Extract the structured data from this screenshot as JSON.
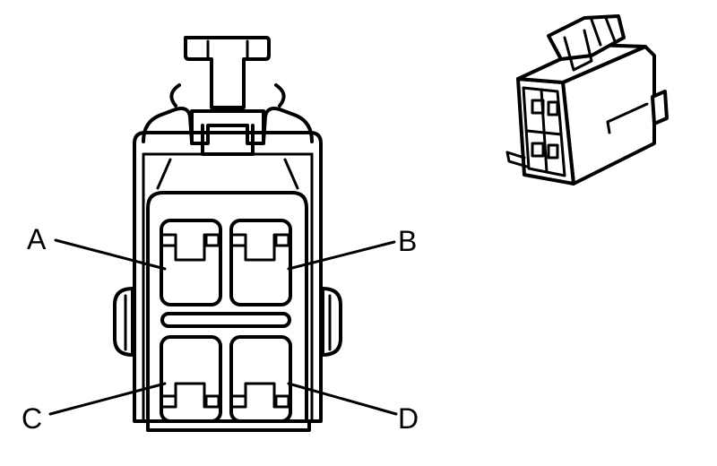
{
  "pin_labels": {
    "a": "A",
    "b": "B",
    "c": "C",
    "d": "D"
  },
  "colors": {
    "line": "#000000",
    "background": "#ffffff"
  }
}
